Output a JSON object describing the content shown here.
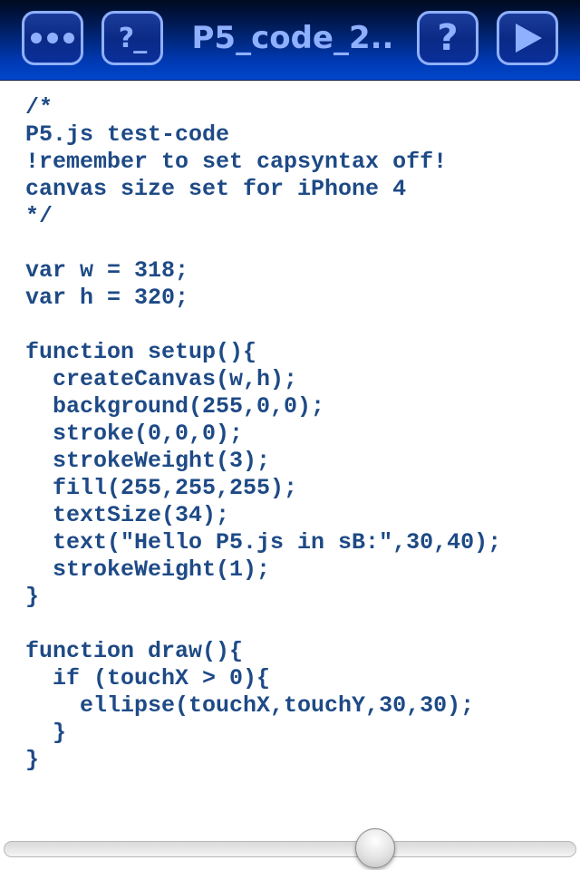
{
  "toolbar": {
    "title": "P5_code_2..",
    "more_icon": "more-dots-icon",
    "console_icon": "console-prompt-icon",
    "console_glyph": "?_",
    "help_icon": "help-question-icon",
    "help_glyph": "?",
    "run_icon": "play-triangle-icon",
    "colors": {
      "bar": "#0038b0",
      "accent": "#8fb0ff"
    }
  },
  "editor": {
    "code_lines": [
      "/*",
      "P5.js test-code",
      "!remember to set capsyntax off!",
      "canvas size set for iPhone 4",
      "*/",
      "",
      "var w = 318;",
      "var h = 320;",
      "",
      "function setup(){",
      "  createCanvas(w,h);",
      "  background(255,0,0);",
      "  stroke(0,0,0);",
      "  strokeWeight(3);",
      "  fill(255,255,255);",
      "  textSize(34);",
      "  text(\"Hello P5.js in sB:\",30,40);",
      "  strokeWeight(1);",
      "}",
      "",
      "function draw(){",
      "  if (touchX > 0){",
      "    ellipse(touchX,touchY,30,30);",
      "  }",
      "}"
    ],
    "text_color": "#1e4a86"
  },
  "scroll_slider": {
    "position": 0.66
  }
}
